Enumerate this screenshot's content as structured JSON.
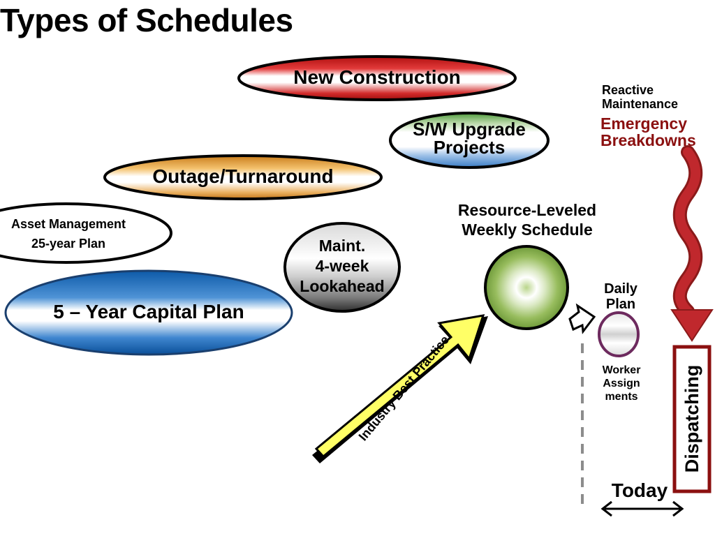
{
  "title": "Types of Schedules",
  "ovals": {
    "new_construction": "New Construction",
    "sw_upgrade_line1": "S/W Upgrade",
    "sw_upgrade_line2": "Projects",
    "outage": "Outage/Turnaround",
    "asset_line1": "Asset Management",
    "asset_line2": "25-year Plan",
    "capital": "5 – Year Capital Plan",
    "maint_line1": "Maint.",
    "maint_line2": "4-week",
    "maint_line3": "Lookahead"
  },
  "labels": {
    "resource_line1": "Resource-Leveled",
    "resource_line2": "Weekly Schedule",
    "daily_line1": "Daily",
    "daily_line2": "Plan",
    "worker_line1": "Worker",
    "worker_line2": "Assign",
    "worker_line3": "ments",
    "reactive_line1": "Reactive",
    "reactive_line2": "Maintenance",
    "emergency_line1": "Emergency",
    "emergency_line2": "Breakdowns",
    "dispatching": "Dispatching",
    "today": "Today",
    "industry": "Industry Best Practice"
  },
  "colors": {
    "red": "#c0171c",
    "orange": "#e8a23a",
    "blue": "#1a65b5",
    "green": "#7ea845",
    "yellow": "#ffff66",
    "dark_red": "#8b1010",
    "purple": "#6d2a5e"
  }
}
